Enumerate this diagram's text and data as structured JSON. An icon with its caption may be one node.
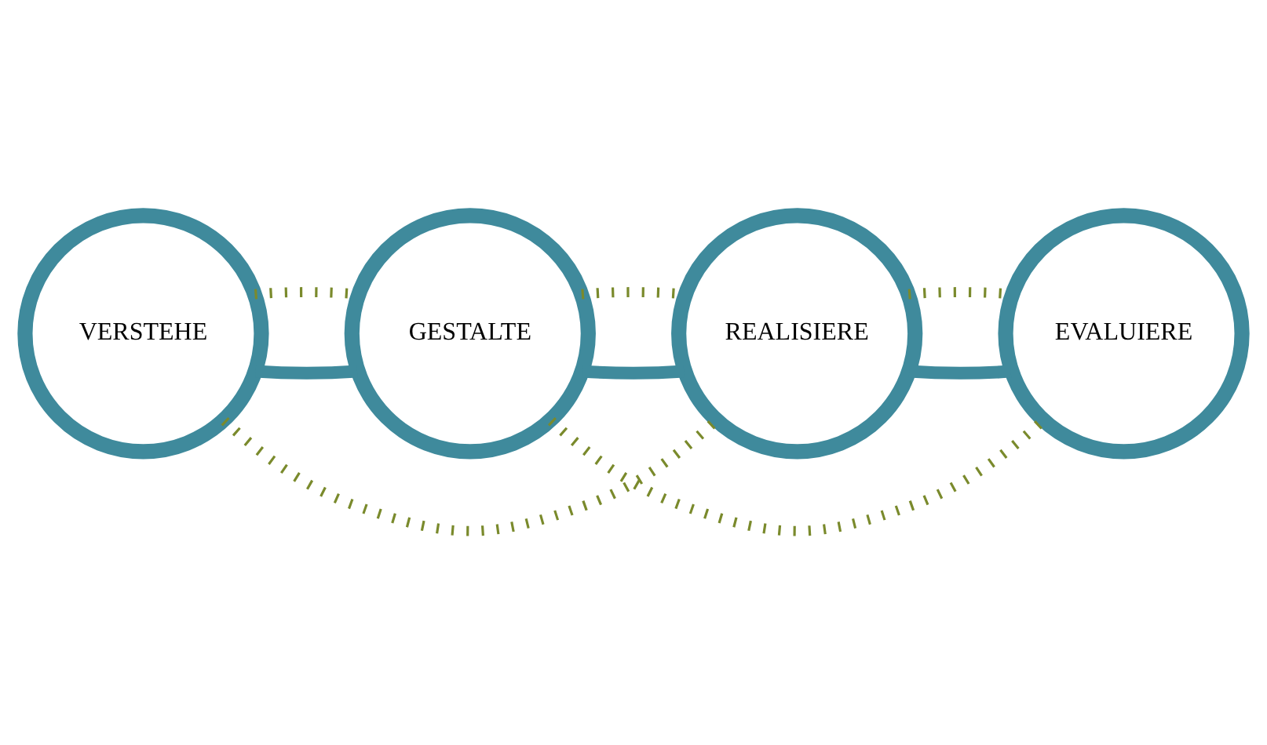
{
  "diagram": {
    "nodes": [
      {
        "text": [
          "GESTALTE"
        ]
      },
      {
        "text": [
          "REALISIERE"
        ]
      },
      {
        "text": [
          "VERSTEHE"
        ]
      },
      {
        "text": [
          "EVALUIERE"
        ]
      }
    ],
    "edges": [
      {
        "from": 2,
        "to": 0,
        "arrow": "none",
        "color": "#3f8a9c"
      },
      {
        "from": 0,
        "to": 1,
        "arrow": "none",
        "color": "#3f8a9c"
      },
      {
        "from": 1,
        "to": 3,
        "arrow": "none",
        "color": "#3f8a9c"
      },
      {
        "from": 2,
        "to": 0,
        "arrow": "none",
        "style": "dashed"
      },
      {
        "from": 0,
        "to": 1,
        "arrow": "none",
        "style": "dashed"
      },
      {
        "from": 1,
        "to": 3,
        "arrow": "none",
        "style": "dashed"
      },
      {
        "from": 2,
        "to": 1,
        "arrow": "none",
        "style": "dashed"
      },
      {
        "from": 0,
        "to": 3,
        "arrow": "none",
        "style": "dashed"
      }
    ]
  }
}
